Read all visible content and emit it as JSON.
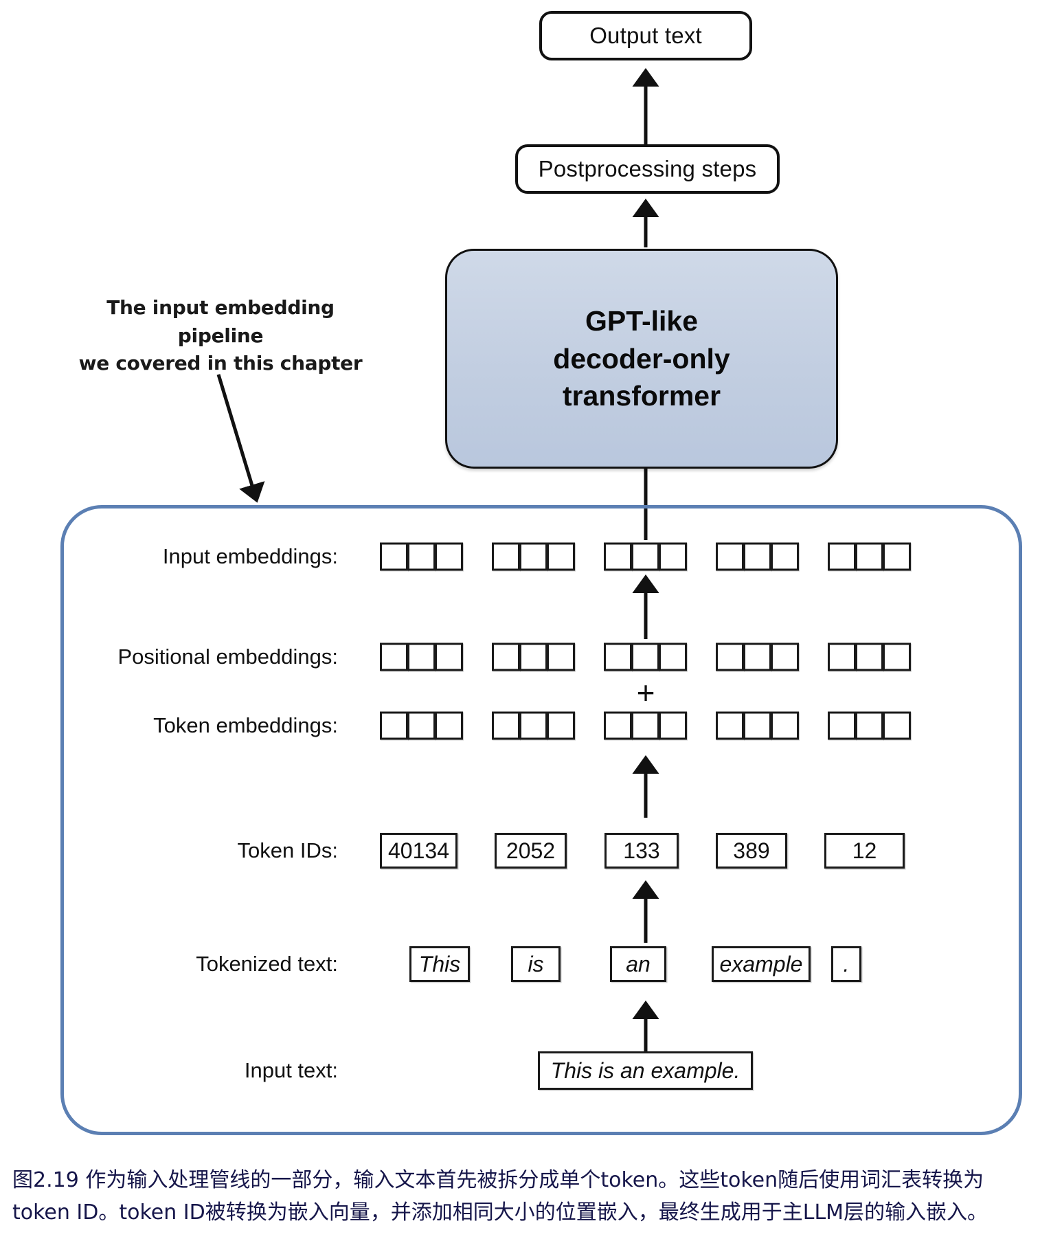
{
  "figure": {
    "top_boxes": [
      {
        "label": "Output text"
      },
      {
        "label": "Postprocessing steps"
      }
    ],
    "model_block": {
      "line1": "GPT-like",
      "line2": "decoder-only",
      "line3": "transformer",
      "fill_color": "#c5d0e1",
      "border_color": "#111111"
    },
    "annotation": {
      "line1": "The input embedding pipeline",
      "line2": "we covered in this chapter"
    },
    "pipeline_container": {
      "border_color": "#5b7fb3"
    },
    "rows": [
      {
        "label": "Input embeddings:",
        "kind": "cells",
        "groups": [
          3,
          3,
          3,
          3,
          3
        ]
      },
      {
        "label": "Positional embeddings:",
        "kind": "cells",
        "groups": [
          3,
          3,
          3,
          3,
          3
        ]
      },
      {
        "label": "Token embeddings:",
        "kind": "cells",
        "groups": [
          3,
          3,
          3,
          3,
          3
        ]
      },
      {
        "label": "Token IDs:",
        "kind": "values",
        "values": [
          "40134",
          "2052",
          "133",
          "389",
          "12"
        ]
      },
      {
        "label": "Tokenized text:",
        "kind": "values-italic",
        "values": [
          "This",
          "is",
          "an",
          "example",
          "."
        ]
      },
      {
        "label": "Input text:",
        "kind": "single-italic",
        "values": [
          "This is an example."
        ]
      }
    ],
    "operator": "+",
    "caption": {
      "line1": "图2.19 作为输入处理管线的一部分，输入文本首先被拆分成单个token。这些token随后使用词汇表转换为",
      "line2": "token ID。token ID被转换为嵌入向量，并添加相同大小的位置嵌入，最终生成用于主LLM层的输入嵌入。",
      "color": "#16164a"
    }
  }
}
